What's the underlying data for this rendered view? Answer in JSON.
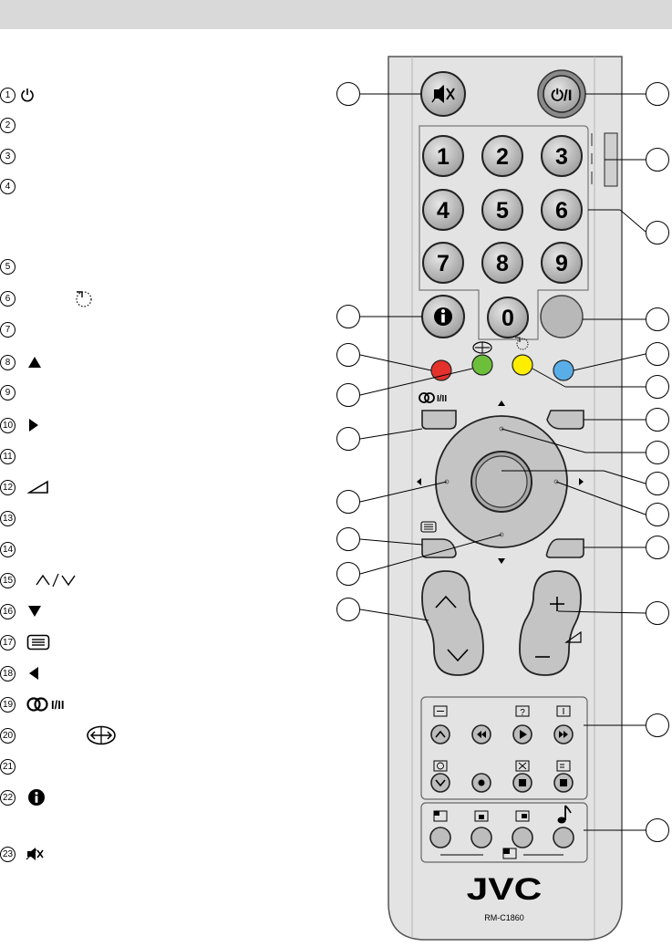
{
  "legend": [
    {
      "num": "1",
      "icon": "power-icon"
    },
    {
      "num": "2",
      "icon": ""
    },
    {
      "num": "3",
      "icon": ""
    },
    {
      "num": "4",
      "icon": ""
    },
    {
      "num": "5",
      "icon": ""
    },
    {
      "num": "6",
      "icon": "timer-icon"
    },
    {
      "num": "7",
      "icon": ""
    },
    {
      "num": "8",
      "icon": "triangle-up-icon"
    },
    {
      "num": "9",
      "icon": ""
    },
    {
      "num": "10",
      "icon": "triangle-right-icon"
    },
    {
      "num": "11",
      "icon": ""
    },
    {
      "num": "12",
      "icon": "volume-wedge-icon"
    },
    {
      "num": "13",
      "icon": ""
    },
    {
      "num": "14",
      "icon": ""
    },
    {
      "num": "15",
      "icon": "channel-up-down-icon"
    },
    {
      "num": "16",
      "icon": "triangle-down-icon"
    },
    {
      "num": "17",
      "icon": "teletext-icon"
    },
    {
      "num": "18",
      "icon": "triangle-left-icon"
    },
    {
      "num": "19",
      "icon": "sound-mode-icon"
    },
    {
      "num": "20",
      "icon": "swap-icon"
    },
    {
      "num": "21",
      "icon": ""
    },
    {
      "num": "22",
      "icon": "info-icon"
    },
    {
      "num": "23",
      "icon": "mute-icon"
    }
  ],
  "remote": {
    "power_label": "⏻/I",
    "sound_mode_label": "I/II",
    "digits": [
      "1",
      "2",
      "3",
      "4",
      "5",
      "6",
      "7",
      "8",
      "9",
      "0"
    ],
    "info_label": "i",
    "brand": "JVC",
    "model": "RM-C1860",
    "colors": {
      "red": "#e4312b",
      "green": "#6cbf3b",
      "yellow": "#ffee00",
      "blue": "#5aaee8",
      "body": "#e6e6e6",
      "button": "#bdbdbd"
    }
  }
}
